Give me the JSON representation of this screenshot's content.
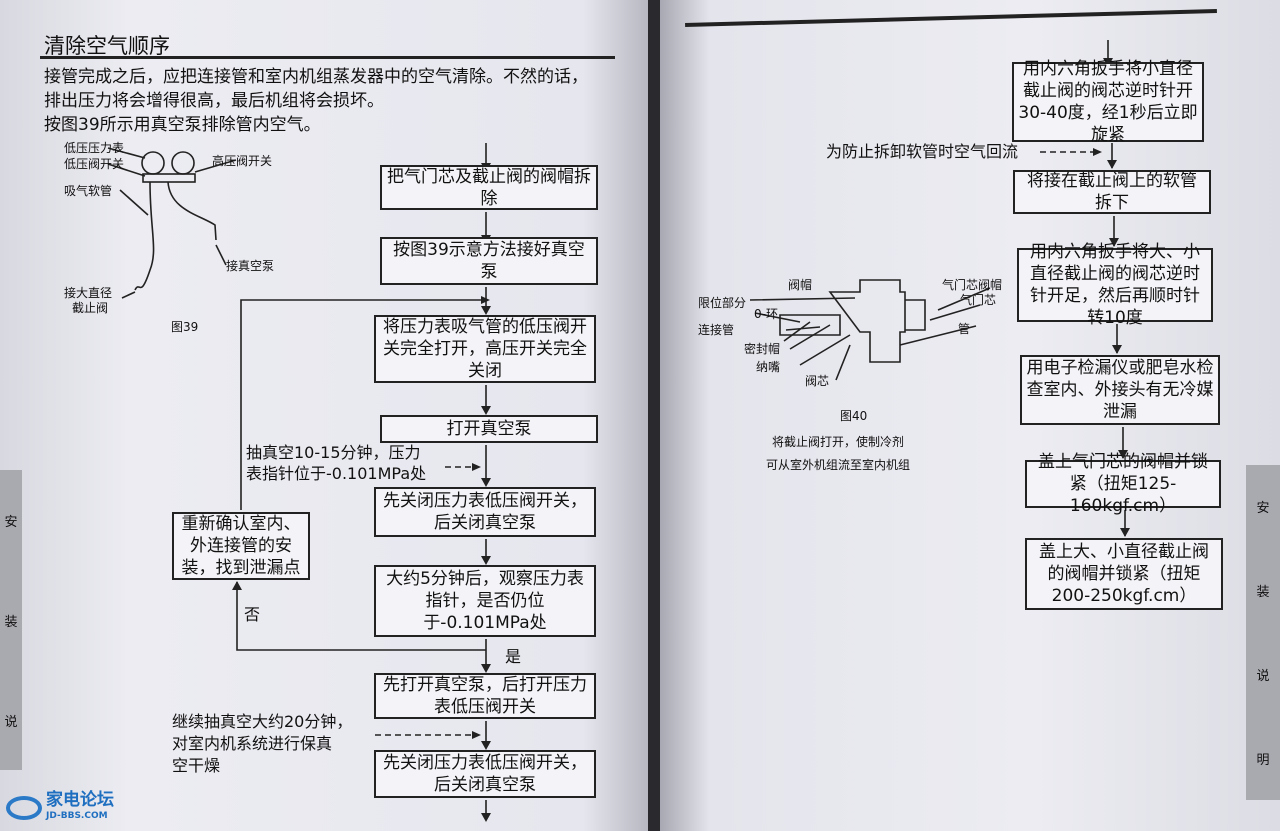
{
  "left": {
    "title": "清除空气顺序",
    "intro": [
      "接管完成之后，应把连接管和室内机组蒸发器中的空气清除。不然的话，",
      "排出压力将会增得很高，最后机组将会损坏。",
      "按图39所示用真空泵排除管内空气。"
    ],
    "fig39": {
      "labels": [
        "低压压力表",
        "低压阀开关",
        "高压阀开关",
        "吸气软管",
        "接真空泵",
        "接大直径",
        "截止阀"
      ],
      "caption": "图39"
    },
    "steps": [
      "把气门芯及截止阀的阀帽拆除",
      "按图39示意方法接好真空泵",
      "将压力表吸气管的低压阀开关完全打开，高压开关完全关闭",
      "打开真空泵",
      "先关闭压力表低压阀开关，后关闭真空泵",
      "大约5分钟后，观察压力表指针，是否仍位于-0.101MPa处",
      "先打开真空泵，后打开压力表低压阀开关",
      "先关闭压力表低压阀开关，后关闭真空泵"
    ],
    "side_box": "重新确认室内、外连接管的安装，找到泄漏点",
    "note1": [
      "抽真空10-15分钟，压力",
      "表指针位于-0.101MPa处"
    ],
    "no": "否",
    "yes": "是",
    "note2": [
      "继续抽真空大约20分钟，",
      "对室内机系统进行保真",
      "空干燥"
    ],
    "tab": [
      "安",
      "装",
      "说"
    ],
    "watermark": {
      "name": "家电论坛",
      "url": "JD-BBS.COM"
    }
  },
  "right": {
    "steps": [
      "用内六角扳手将小直径截止阀的阀芯逆时针开30-40度，经1秒后立即旋紧",
      "将接在截止阀上的软管拆下",
      "用内六角扳手将大、小直径截止阀的阀芯逆时针开足，然后再顺时针转10度",
      "用电子检漏仪或肥皂水检查室内、外接头有无冷媒泄漏",
      "盖上气门芯的阀帽并锁紧（扭矩125-160kgf.cm）",
      "盖上大、小直径截止阀的阀帽并锁紧（扭矩200-250kgf.cm）"
    ],
    "note": "为防止拆卸软管时空气回流",
    "fig40": {
      "labels": [
        "阀帽",
        "限位部分",
        "0-环",
        "连接管",
        "密封帽",
        "纳嘴",
        "阀芯",
        "气门芯阀帽",
        "气门芯",
        "管"
      ],
      "caption": "图40",
      "desc": [
        "将截止阀打开，使制冷剂",
        "可从室外机组流至室内机组"
      ]
    },
    "tab": [
      "安",
      "装",
      "说",
      "明"
    ]
  }
}
